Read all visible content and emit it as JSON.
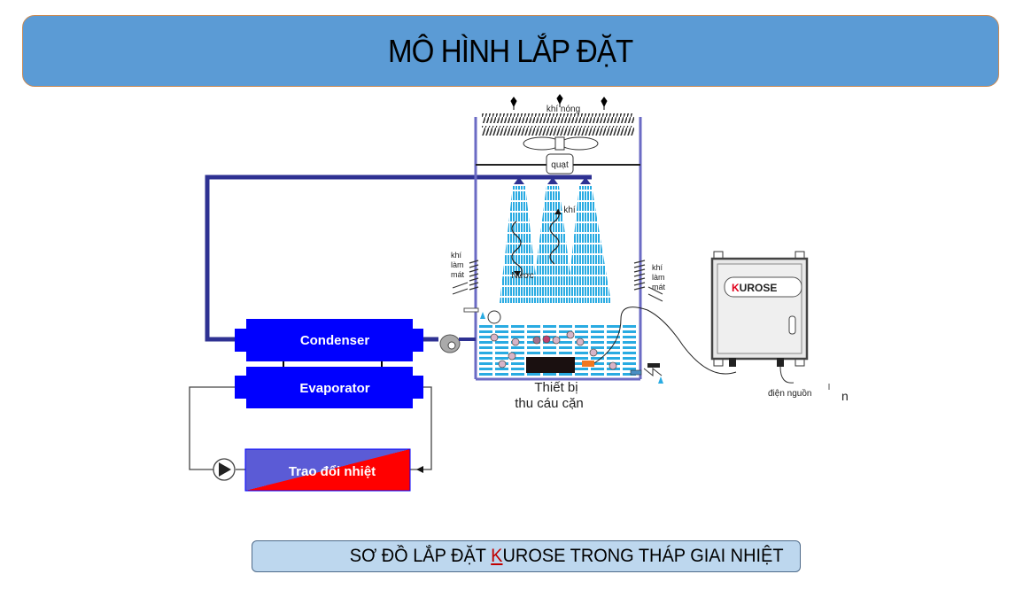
{
  "header": {
    "title": "MÔ HÌNH LẮP ĐẶT"
  },
  "diagram": {
    "tower": {
      "hot_air_label": "khí nóng",
      "fan_label": "quạt",
      "air_label": "khí",
      "water_label": "Nươc",
      "cooling_air_left": [
        "khí",
        "làm",
        "mát"
      ],
      "cooling_air_right": [
        "khí",
        "làm",
        "mát"
      ],
      "device_label_line1": "Thiết bị",
      "device_label_line2": "thu cáu cặn"
    },
    "chiller": {
      "condenser_label": "Condenser",
      "evaporator_label": "Evaporator",
      "heat_exchanger_label": "Trao đổi nhiệt"
    },
    "controller": {
      "brand_first_letter": "K",
      "brand_rest": "UROSE",
      "power_label": "điện nguồn",
      "stray_text": "n"
    },
    "colors": {
      "pipe": "#2e3192",
      "unit_blue": "#0000ff",
      "water": "#29abe2",
      "hx_blue": "#5b5bd6",
      "hx_red": "#ff0000",
      "brand_red": "#e0001b"
    }
  },
  "caption": {
    "prefix": "SƠ ĐỒ LẮP ĐẶT ",
    "highlight": "K",
    "suffix": "UROSE TRONG THÁP GIAI NHIỆT"
  }
}
